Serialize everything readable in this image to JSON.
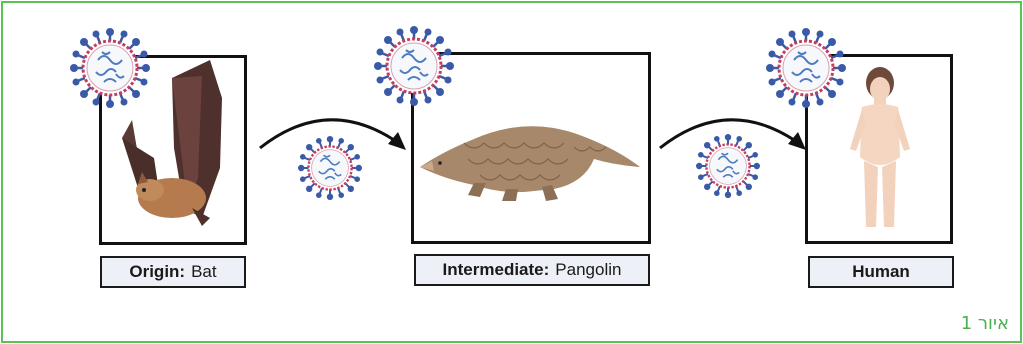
{
  "stages": [
    {
      "id": "origin",
      "label_prefix": "Origin:",
      "label_name": "Bat",
      "icon": "bat-illustration"
    },
    {
      "id": "intermediate",
      "label_prefix": "Intermediate:",
      "label_name": "Pangolin",
      "icon": "pangolin-illustration"
    },
    {
      "id": "human",
      "label_prefix": "",
      "label_name": "Human",
      "icon": "human-illustration"
    }
  ],
  "figure_caption": "איור 1",
  "colors": {
    "frame": "#5cc257",
    "label_bg": "#eef0f7",
    "virus_spike": "#3a5aa8",
    "virus_ring": "#c04060"
  },
  "icons": [
    "virus-icon",
    "arrow-icon"
  ]
}
